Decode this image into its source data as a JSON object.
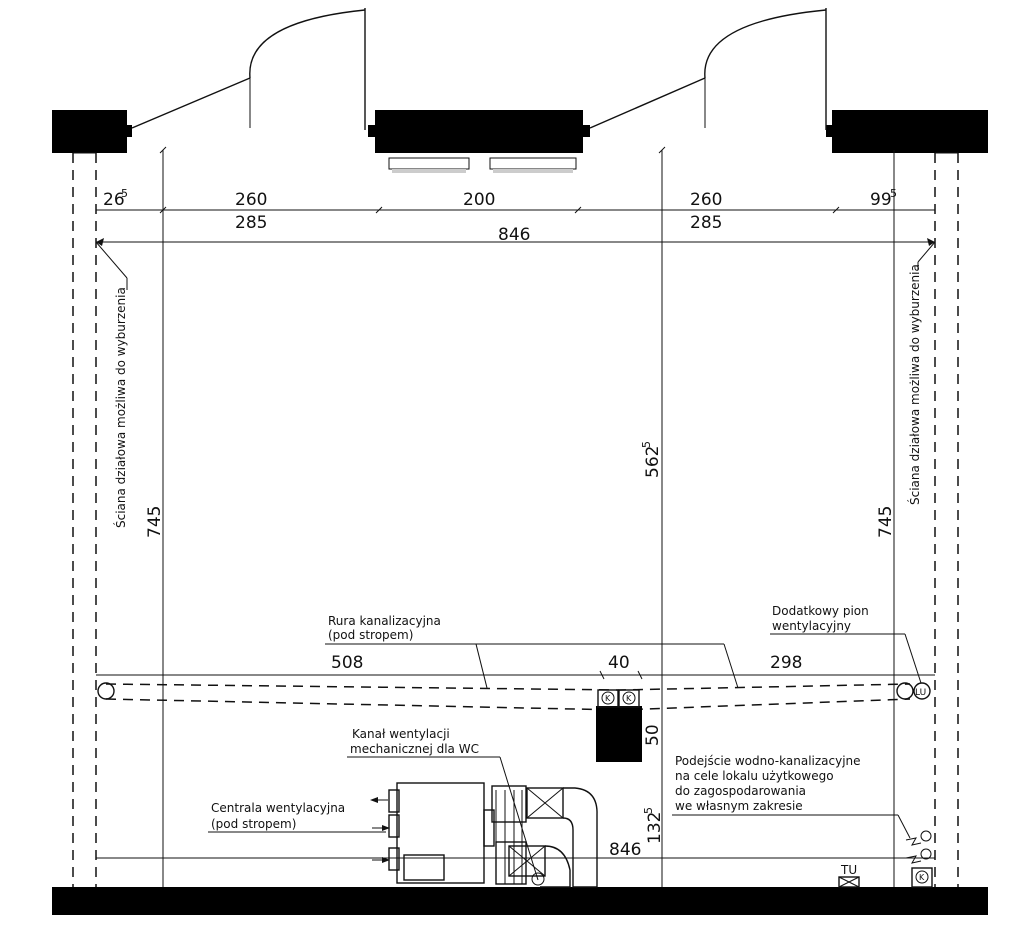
{
  "drawing": {
    "dimensions": {
      "top_row_1": [
        "26",
        "260",
        "200",
        "260",
        "99"
      ],
      "top_row_1_sup": [
        "5",
        "5"
      ],
      "top_row_2": [
        "285",
        "285"
      ],
      "total_width": "846",
      "left_height": "745",
      "right_height": "745",
      "center_height": "562",
      "center_height_sup": "5",
      "pipe_segments": [
        "508",
        "40",
        "298"
      ],
      "shaft_offset": "50",
      "bottom_height": "132",
      "bottom_height_sup": "5",
      "bottom_width": "846"
    },
    "notes": {
      "partition_wall": "Ściana działowa możliwa do wyburzenia",
      "sewer_pipe": [
        "Rura kanalizacyjna",
        "(pod stropem)"
      ],
      "ventilation_riser": [
        "Dodatkowy pion",
        "wentylacyjny"
      ],
      "wc_duct": [
        "Kanał wentylacji",
        "mechanicznej dla WC"
      ],
      "air_handler": [
        "Centrala wentylacyjna",
        "(pod stropem)"
      ],
      "water_connection": [
        "Podejście wodno-kanalizacyjne",
        "na cele lokalu użytkowego",
        "do zagospodarowania",
        "we własnym zakresie"
      ]
    },
    "symbols": {
      "k": "K",
      "lu": "LU",
      "tu": "TU"
    }
  }
}
